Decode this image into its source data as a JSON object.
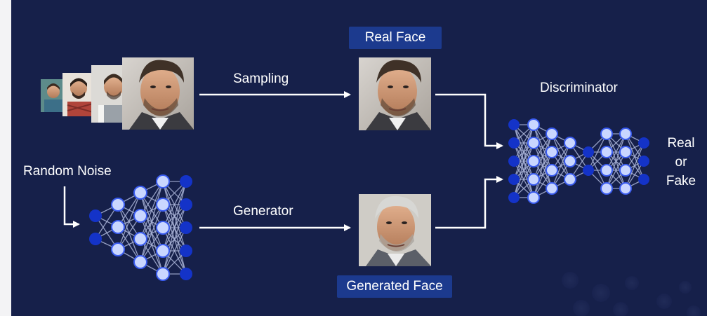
{
  "labels": {
    "sampling": "Sampling",
    "generator": "Generator",
    "random_noise": "Random Noise",
    "discriminator": "Discriminator",
    "real_face": "Real Face",
    "generated_face": "Generated Face",
    "output_real": "Real",
    "output_or": "or",
    "output_fake": "Fake"
  },
  "colors": {
    "panel_background": "#16204a",
    "badge_background": "#1c3a8e",
    "arrow": "#ffffff",
    "node_dark": "#1433c8",
    "node_light": "#c9d6ff",
    "node_ring": "#3a5cf0",
    "connection": "#aab4d8"
  },
  "icons": {
    "input_photos": "face-photo-stack",
    "real_face_photo": "face-photo",
    "generated_face_photo": "gray-haired-face-photo",
    "generator_network": "neural-network-icon",
    "discriminator_network": "neural-network-icon"
  }
}
